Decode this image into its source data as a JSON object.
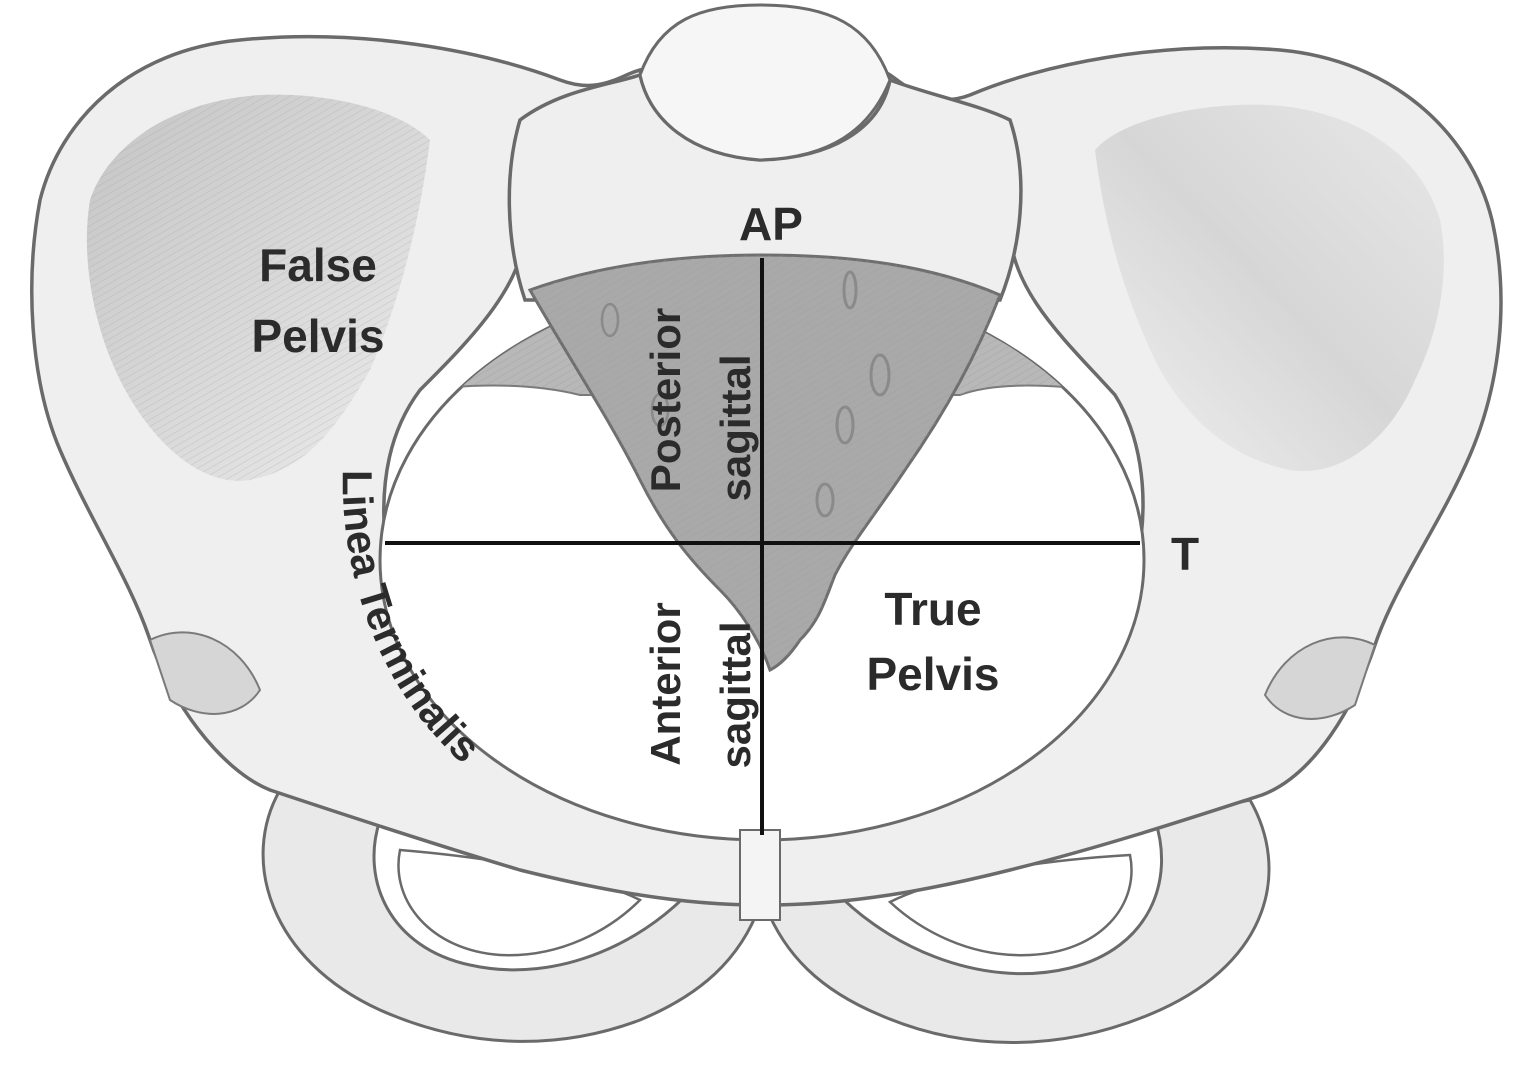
{
  "labels": {
    "false_pelvis_line1": "False",
    "false_pelvis_line2": "Pelvis",
    "ap": "AP",
    "t": "T",
    "true_pelvis_line1": "True",
    "true_pelvis_line2": "Pelvis",
    "posterior_line1": "Posterior",
    "posterior_line2": "sagittal",
    "anterior_line1": "Anterior",
    "anterior_line2": "sagittal",
    "linea_terminalis": "Linea Terminalis"
  },
  "colors": {
    "bone": "#efefef",
    "bone_outline": "#6a6a6a",
    "bone_shade": "#c9c9c9",
    "sacrum": "#a9a9a9",
    "inlet": "#ffffff",
    "axis_line": "#111111",
    "text": "#2b2b2b"
  }
}
